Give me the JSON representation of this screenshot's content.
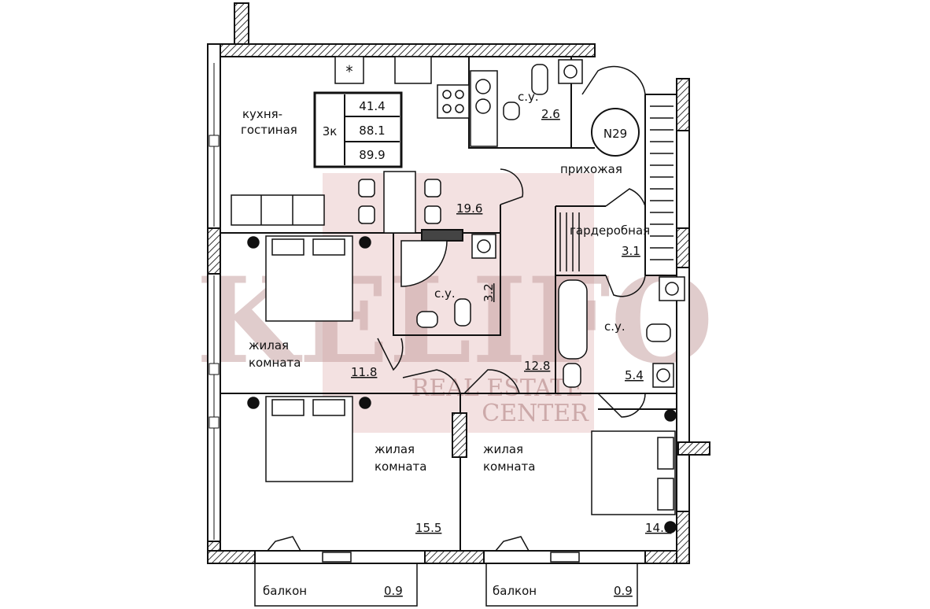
{
  "plan": {
    "apartment_number": "N29",
    "summary": {
      "rooms": "3к",
      "living_area": "41.4",
      "total_area": "88.1",
      "total_area_with_balcony": "89.9"
    },
    "rooms": [
      {
        "id": "kitchen",
        "label_lines": [
          "кухня-",
          "гостиная"
        ],
        "area": "19.6"
      },
      {
        "id": "bath-top",
        "label_lines": [
          "с.у."
        ],
        "area": "2.6"
      },
      {
        "id": "hall",
        "label_lines": [
          "прихожая"
        ],
        "area": "12.8"
      },
      {
        "id": "wardrobe",
        "label_lines": [
          "гардеробная"
        ],
        "area": "3.1"
      },
      {
        "id": "bath-center",
        "label_lines": [
          "с.у."
        ],
        "area": "3.2"
      },
      {
        "id": "bath-right",
        "label_lines": [
          "с.у."
        ],
        "area": "5.4"
      },
      {
        "id": "bedroom-1",
        "label_lines": [
          "жилая",
          "комната"
        ],
        "area": "11.8"
      },
      {
        "id": "bedroom-2",
        "label_lines": [
          "жилая",
          "комната"
        ],
        "area": "15.5"
      },
      {
        "id": "bedroom-3",
        "label_lines": [
          "жилая",
          "комната"
        ],
        "area": "14.1"
      },
      {
        "id": "balcony-left",
        "label_lines": [
          "балкон"
        ],
        "area": "0.9"
      },
      {
        "id": "balcony-right",
        "label_lines": [
          "балкон"
        ],
        "area": "0.9"
      }
    ],
    "watermark": {
      "brand": "KELIFO",
      "line1": "REAL ESTATE",
      "line2": "CENTER"
    },
    "colors": {
      "wall": "#111111",
      "hatch": "#555555",
      "watermark": "#e9cfcf"
    }
  }
}
